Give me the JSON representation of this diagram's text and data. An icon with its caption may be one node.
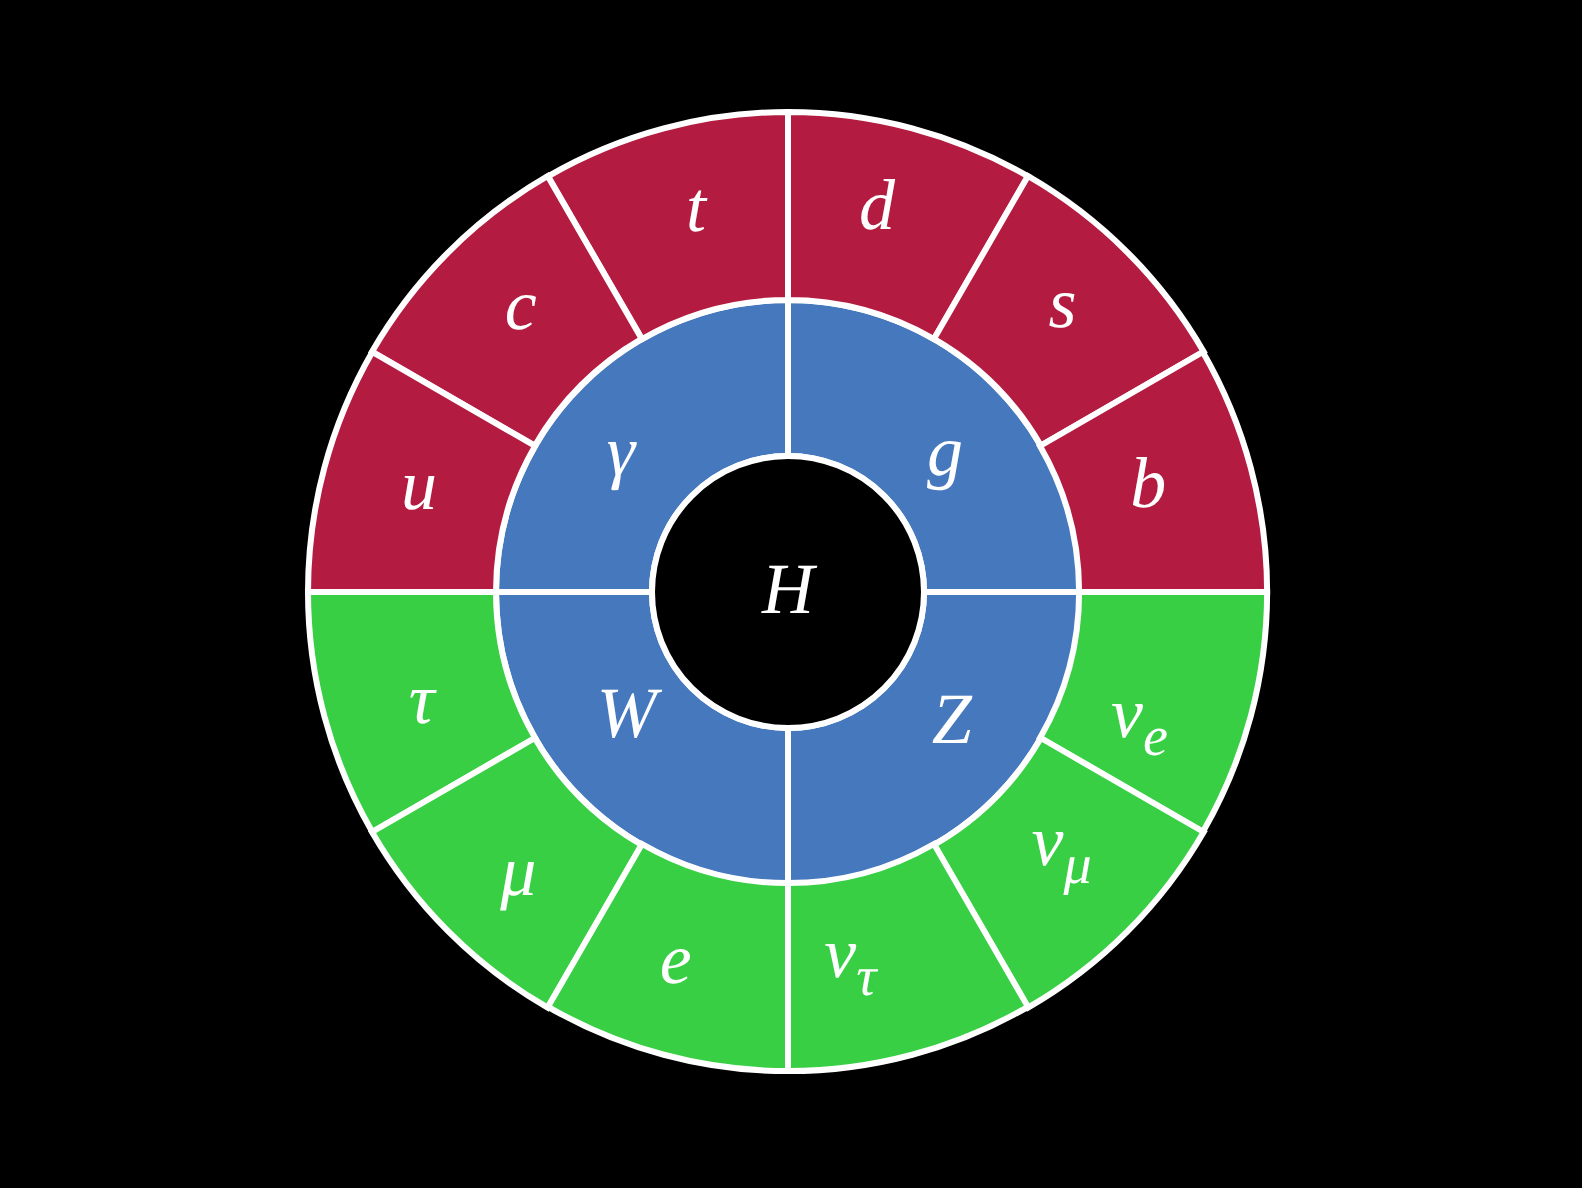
{
  "diagram": {
    "nodes": [
      {
        "text": [
          "t"
        ]
      },
      {
        "text": [
          "d"
        ]
      },
      {
        "text": [
          "c"
        ]
      },
      {
        "text": [
          "s"
        ]
      },
      {
        "text": [
          "γ"
        ]
      },
      {
        "text": [
          "g"
        ]
      },
      {
        "text": [
          "u"
        ]
      },
      {
        "text": [
          "b"
        ]
      },
      {
        "text": [
          "H"
        ]
      },
      {
        "text": [
          "τ"
        ]
      },
      {
        "text": [
          "W"
        ]
      },
      {
        "text": [
          "Z"
        ]
      },
      {
        "text": [
          "ν$_{e}$"
        ]
      },
      {
        "text": [
          "μ"
        ]
      },
      {
        "text": [
          "ν$_{μ}$"
        ]
      },
      {
        "text": [
          "e"
        ]
      },
      {
        "text": [
          "ν$_{τ}$"
        ]
      }
    ]
  }
}
